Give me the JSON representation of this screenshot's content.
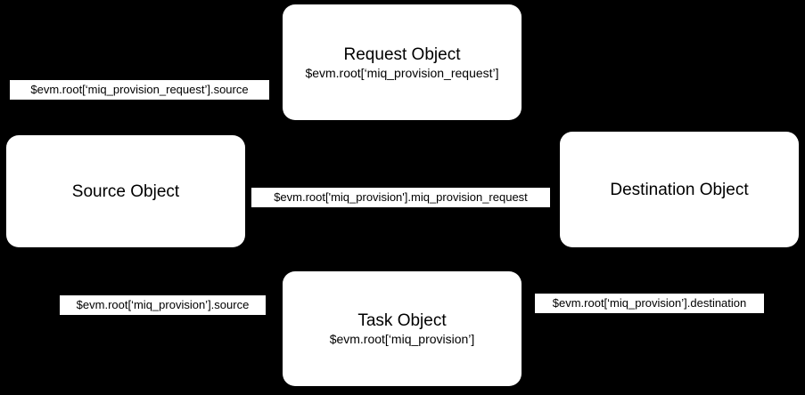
{
  "diagram": {
    "background_color": "#000000",
    "node_color": "#ffffff",
    "text_color": "#000000",
    "nodes": [
      {
        "id": "request-object",
        "title": "Request Object",
        "subtitle": "$evm.root[‘miq_provision_request’]"
      },
      {
        "id": "source-object",
        "title": "Source Object",
        "subtitle": ""
      },
      {
        "id": "destination-object",
        "title": "Destination Object",
        "subtitle": ""
      },
      {
        "id": "task-object",
        "title": "Task Object",
        "subtitle": "$evm.root[‘miq_provision’]"
      }
    ],
    "edge_labels": [
      {
        "id": "request-to-source",
        "text": "$evm.root[‘miq_provision_request’].source"
      },
      {
        "id": "provision-to-request",
        "text": "$evm.root['miq_provision'].miq_provision_request"
      },
      {
        "id": "provision-to-source",
        "text": "$evm.root[‘miq_provision’].source"
      },
      {
        "id": "provision-to-destination",
        "text": "$evm.root[‘miq_provision’].destination"
      }
    ]
  }
}
